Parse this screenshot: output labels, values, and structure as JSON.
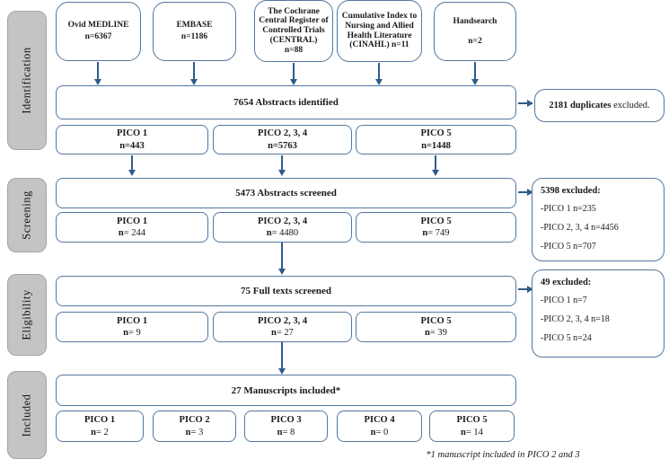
{
  "colors": {
    "box_border": "#54779e",
    "arrow": "#2e5c8a",
    "stage_fill": "#c4c4c4",
    "stage_border": "#a3a3a3",
    "text": "#1a1a1a"
  },
  "sidebar": {
    "stages": [
      {
        "label": "Identification"
      },
      {
        "label": "Screening"
      },
      {
        "label": "Eligibility"
      },
      {
        "label": "Included"
      }
    ]
  },
  "sources": [
    {
      "name": "Ovid MEDLINE",
      "n": "n=6367"
    },
    {
      "name": "EMBASE",
      "n": "n=1186"
    },
    {
      "name": "The Cochrane Central Register of Controlled Trials (CENTRAL)",
      "n": "n=88"
    },
    {
      "name": "Cumulative Index to Nursing and Allied Health Literature",
      "n": "(CINAHL) n=11"
    },
    {
      "name": "Handsearch",
      "n": "n=2"
    }
  ],
  "identification": {
    "main": "7654 Abstracts identified",
    "picos": [
      {
        "label": "PICO 1",
        "n": "n=443"
      },
      {
        "label": "PICO 2, 3, 4",
        "n": "n=5763"
      },
      {
        "label": "PICO 5",
        "n": "n=1448"
      }
    ],
    "side": {
      "bold": "2181 duplicates",
      "rest": " excluded."
    }
  },
  "screening": {
    "main": "5473 Abstracts screened",
    "picos": [
      {
        "label": "PICO 1",
        "n": "n= 244"
      },
      {
        "label": "PICO 2, 3, 4",
        "n": "n= 4480"
      },
      {
        "label": "PICO 5",
        "n": "n= 749"
      }
    ],
    "side": {
      "title": "5398 excluded:",
      "items": [
        "-PICO 1 n=235",
        "-PICO 2, 3, 4 n=4456",
        "-PICO 5 n=707"
      ]
    }
  },
  "eligibility": {
    "main": "75 Full texts screened",
    "picos": [
      {
        "label": "PICO 1",
        "n": "n= 9"
      },
      {
        "label": "PICO 2, 3, 4",
        "n": "n= 27"
      },
      {
        "label": "PICO 5",
        "n": "n= 39"
      }
    ],
    "side": {
      "title": "49 excluded:",
      "items": [
        "-PICO 1 n=7",
        "-PICO 2, 3, 4 n=18",
        "-PICO 5 n=24"
      ]
    }
  },
  "included": {
    "main": "27 Manuscripts included*",
    "picos": [
      {
        "label": "PICO 1",
        "n": "n= 2"
      },
      {
        "label": "PICO 2",
        "n": "n= 3"
      },
      {
        "label": "PICO 3",
        "n": "n= 8"
      },
      {
        "label": "PICO 4",
        "n": "n= 0"
      },
      {
        "label": "PICO 5",
        "n": "n= 14"
      }
    ]
  },
  "footnote": "*1 manuscript included in PICO 2 and 3"
}
